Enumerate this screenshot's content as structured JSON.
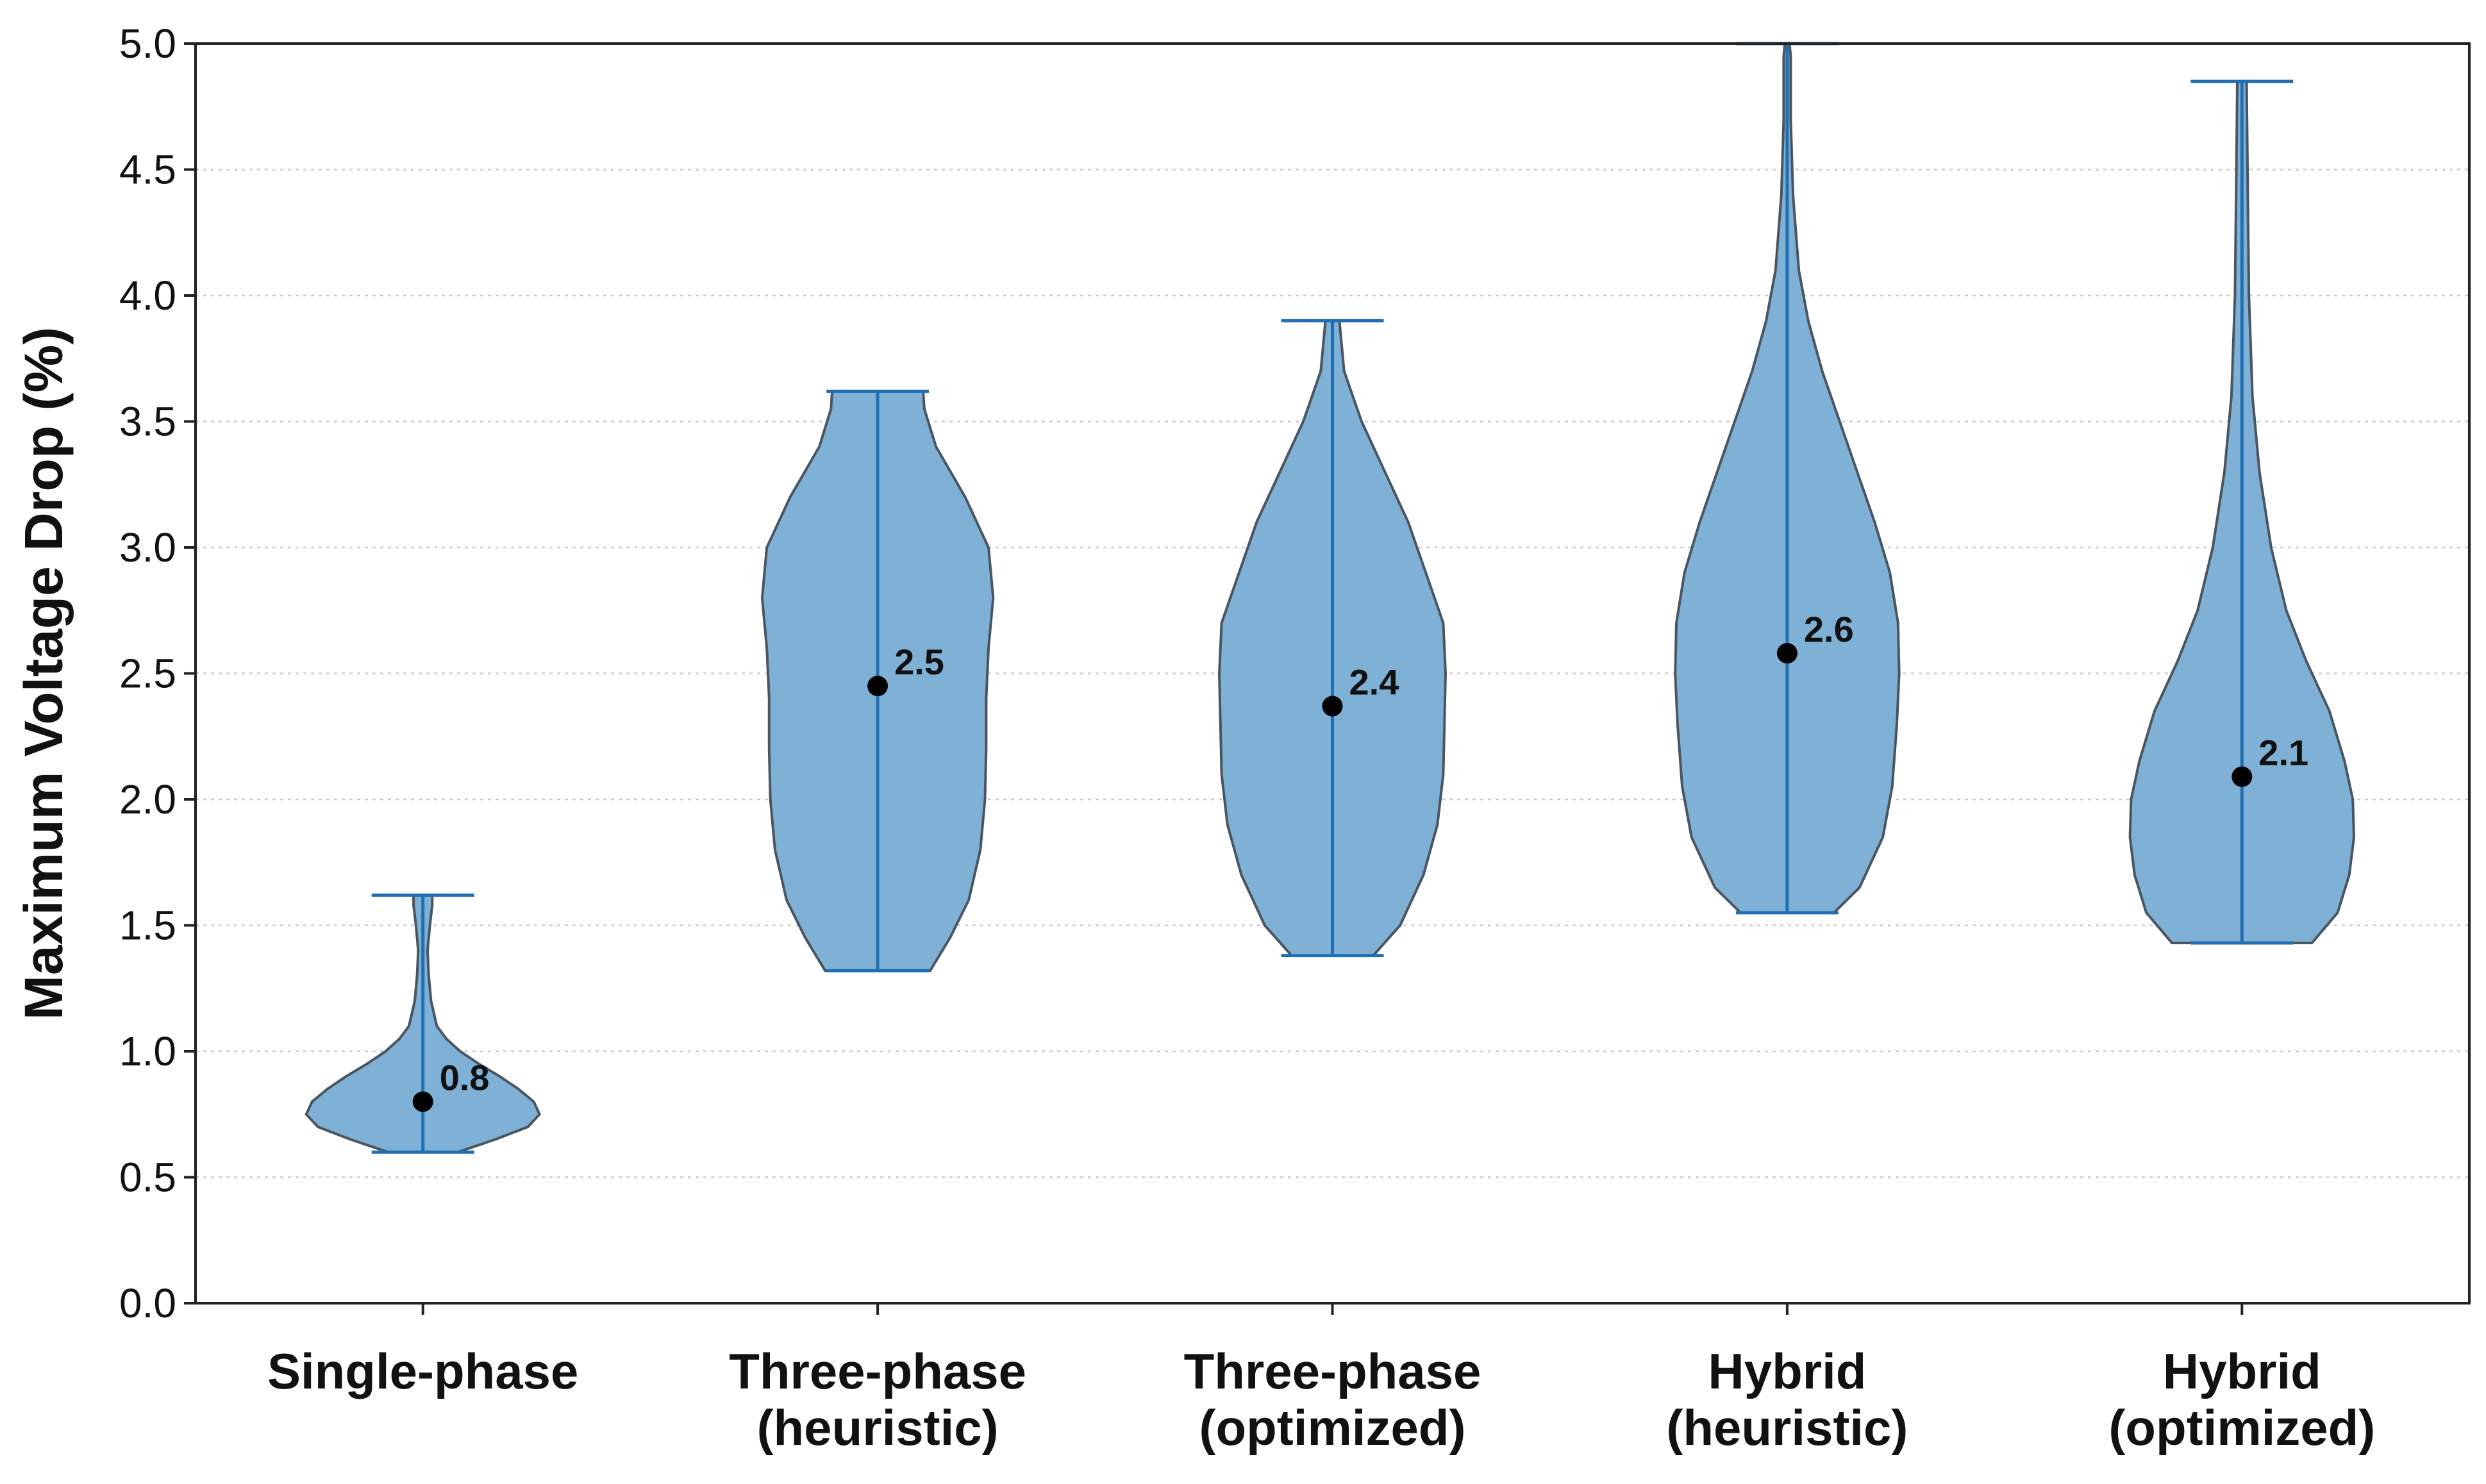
{
  "chart_data": {
    "type": "violin",
    "title": "",
    "xlabel": "",
    "ylabel": "Maximum Voltage Drop (%)",
    "ylim": [
      0,
      5
    ],
    "yticks": [
      "0.0",
      "0.5",
      "1.0",
      "1.5",
      "2.0",
      "2.5",
      "3.0",
      "3.5",
      "4.0",
      "4.5",
      "5.0"
    ],
    "grid": "horizontal dotted",
    "fill_color": "#7fb0d6",
    "line_color": "#1f6fb2",
    "outline_color": "#4a5560",
    "series": [
      {
        "category": [
          "Single-phase"
        ],
        "min": 0.6,
        "max": 1.62,
        "median": 0.8,
        "median_label": "0.8",
        "density": [
          [
            0.6,
            0.3
          ],
          [
            0.65,
            0.62
          ],
          [
            0.7,
            0.9
          ],
          [
            0.75,
            1.0
          ],
          [
            0.8,
            0.95
          ],
          [
            0.85,
            0.82
          ],
          [
            0.9,
            0.66
          ],
          [
            0.95,
            0.48
          ],
          [
            1.0,
            0.32
          ],
          [
            1.05,
            0.2
          ],
          [
            1.1,
            0.12
          ],
          [
            1.2,
            0.07
          ],
          [
            1.3,
            0.05
          ],
          [
            1.4,
            0.04
          ],
          [
            1.5,
            0.06
          ],
          [
            1.58,
            0.08
          ],
          [
            1.62,
            0.08
          ]
        ]
      },
      {
        "category": [
          "Three-phase",
          "(heuristic)"
        ],
        "min": 1.32,
        "max": 3.62,
        "median": 2.45,
        "median_label": "2.5",
        "density": [
          [
            1.32,
            0.45
          ],
          [
            1.45,
            0.62
          ],
          [
            1.6,
            0.78
          ],
          [
            1.8,
            0.88
          ],
          [
            2.0,
            0.92
          ],
          [
            2.2,
            0.93
          ],
          [
            2.4,
            0.93
          ],
          [
            2.6,
            0.95
          ],
          [
            2.8,
            0.99
          ],
          [
            3.0,
            0.95
          ],
          [
            3.2,
            0.75
          ],
          [
            3.4,
            0.5
          ],
          [
            3.55,
            0.4
          ],
          [
            3.62,
            0.39
          ]
        ]
      },
      {
        "category": [
          "Three-phase",
          "(optimized)"
        ],
        "min": 1.38,
        "max": 3.9,
        "median": 2.37,
        "median_label": "2.4",
        "density": [
          [
            1.38,
            0.35
          ],
          [
            1.5,
            0.58
          ],
          [
            1.7,
            0.78
          ],
          [
            1.9,
            0.9
          ],
          [
            2.1,
            0.95
          ],
          [
            2.3,
            0.96
          ],
          [
            2.5,
            0.97
          ],
          [
            2.7,
            0.95
          ],
          [
            2.9,
            0.8
          ],
          [
            3.1,
            0.65
          ],
          [
            3.3,
            0.45
          ],
          [
            3.5,
            0.25
          ],
          [
            3.7,
            0.1
          ],
          [
            3.85,
            0.07
          ],
          [
            3.9,
            0.06
          ]
        ]
      },
      {
        "category": [
          "Hybrid",
          "(heuristic)"
        ],
        "min": 1.55,
        "max": 5.0,
        "median": 2.58,
        "median_label": "2.6",
        "density": [
          [
            1.55,
            0.4
          ],
          [
            1.65,
            0.62
          ],
          [
            1.85,
            0.82
          ],
          [
            2.05,
            0.9
          ],
          [
            2.3,
            0.94
          ],
          [
            2.5,
            0.96
          ],
          [
            2.7,
            0.95
          ],
          [
            2.9,
            0.88
          ],
          [
            3.1,
            0.75
          ],
          [
            3.3,
            0.6
          ],
          [
            3.5,
            0.45
          ],
          [
            3.7,
            0.3
          ],
          [
            3.9,
            0.18
          ],
          [
            4.1,
            0.1
          ],
          [
            4.4,
            0.05
          ],
          [
            4.7,
            0.03
          ],
          [
            4.95,
            0.03
          ],
          [
            5.0,
            0.02
          ]
        ]
      },
      {
        "category": [
          "Hybrid",
          "(optimized)"
        ],
        "min": 1.43,
        "max": 4.85,
        "median": 2.09,
        "median_label": "2.1",
        "density": [
          [
            1.43,
            0.6
          ],
          [
            1.55,
            0.82
          ],
          [
            1.7,
            0.92
          ],
          [
            1.85,
            0.96
          ],
          [
            2.0,
            0.95
          ],
          [
            2.15,
            0.88
          ],
          [
            2.35,
            0.75
          ],
          [
            2.55,
            0.55
          ],
          [
            2.75,
            0.38
          ],
          [
            3.0,
            0.25
          ],
          [
            3.3,
            0.15
          ],
          [
            3.6,
            0.09
          ],
          [
            4.0,
            0.06
          ],
          [
            4.4,
            0.05
          ],
          [
            4.85,
            0.04
          ]
        ]
      }
    ]
  }
}
